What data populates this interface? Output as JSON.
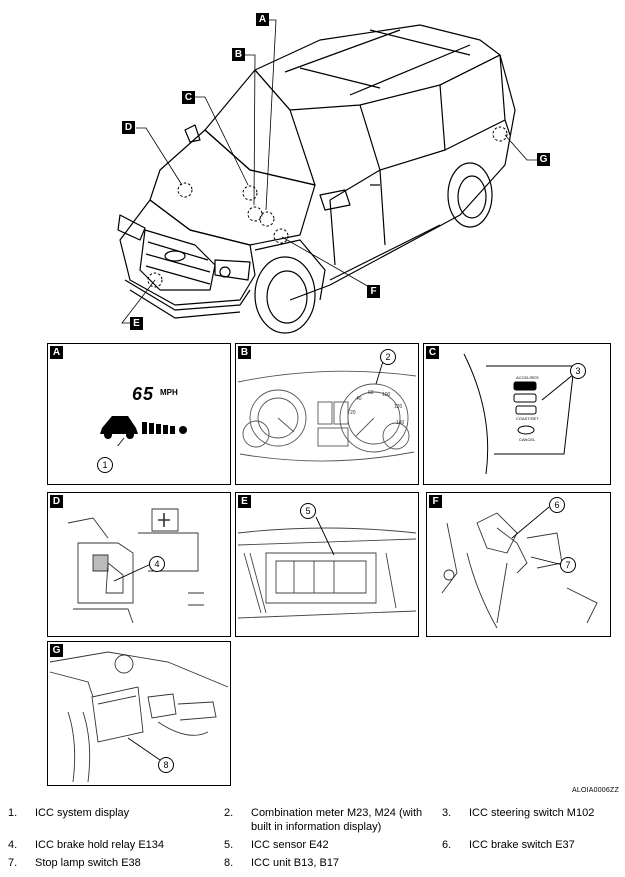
{
  "overview": {
    "letters": [
      "A",
      "B",
      "C",
      "D",
      "E",
      "F",
      "G"
    ]
  },
  "panels": {
    "A": {
      "letter": "A",
      "speed_value": "65",
      "speed_unit": "MPH",
      "callout": "1"
    },
    "B": {
      "letter": "B",
      "callout": "2"
    },
    "C": {
      "letter": "C",
      "callout": "3",
      "switch_labels": [
        "ACCEL/RES",
        "COAST/SET",
        "CANCEL"
      ]
    },
    "D": {
      "letter": "D",
      "callout": "4"
    },
    "E": {
      "letter": "E",
      "callout": "5"
    },
    "F": {
      "letter": "F",
      "callouts": [
        "6",
        "7"
      ]
    },
    "G": {
      "letter": "G",
      "callout": "8"
    }
  },
  "figure_id": "ALOIA0006ZZ",
  "legend": [
    {
      "num": "1.",
      "text": "ICC system display"
    },
    {
      "num": "2.",
      "text": "Combination meter M23, M24 (with built in information display)"
    },
    {
      "num": "3.",
      "text": "ICC steering switch M102"
    },
    {
      "num": "4.",
      "text": "ICC brake hold relay E134"
    },
    {
      "num": "5.",
      "text": "ICC sensor E42"
    },
    {
      "num": "6.",
      "text": "ICC brake switch E37"
    },
    {
      "num": "7.",
      "text": "Stop lamp switch E38"
    },
    {
      "num": "8.",
      "text": "ICC unit B13, B17"
    }
  ]
}
